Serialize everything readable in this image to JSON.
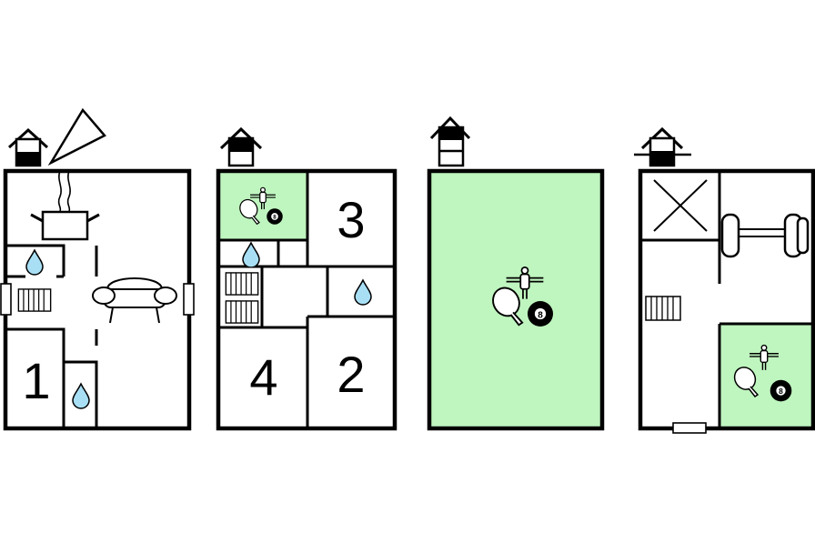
{
  "floors": [
    {
      "name": "ground-floor",
      "rooms": [
        {
          "label": "1",
          "type": "bedroom"
        }
      ],
      "icons": [
        "house-level-icon",
        "compass-icon",
        "stove-pot-icon",
        "sofa-icon",
        "water-drop-icon",
        "water-drop-icon",
        "stairs-icon",
        "window-icon",
        "window-icon"
      ]
    },
    {
      "name": "first-floor",
      "rooms": [
        {
          "label": "3",
          "type": "bedroom"
        },
        {
          "label": "4",
          "type": "bedroom"
        },
        {
          "label": "2",
          "type": "bedroom"
        }
      ],
      "icons": [
        "house-level-icon",
        "foosball-icon",
        "table-tennis-icon",
        "billiard-ball-icon",
        "water-drop-icon",
        "water-drop-icon",
        "stairs-icon",
        "stairs-icon"
      ]
    },
    {
      "name": "activity-floor",
      "rooms": [],
      "icons": [
        "house-level-icon",
        "foosball-icon",
        "table-tennis-icon",
        "billiard-ball-icon"
      ]
    },
    {
      "name": "basement-floor",
      "rooms": [],
      "icons": [
        "house-level-icon",
        "storage-x-icon",
        "dumbbell-icon",
        "stairs-icon",
        "foosball-icon",
        "table-tennis-icon",
        "billiard-ball-icon",
        "window-icon"
      ]
    }
  ],
  "billiard_ball_label": "8",
  "colors": {
    "activity": "#bff5bf",
    "water": "#a8dff5",
    "wall": "#000000"
  }
}
